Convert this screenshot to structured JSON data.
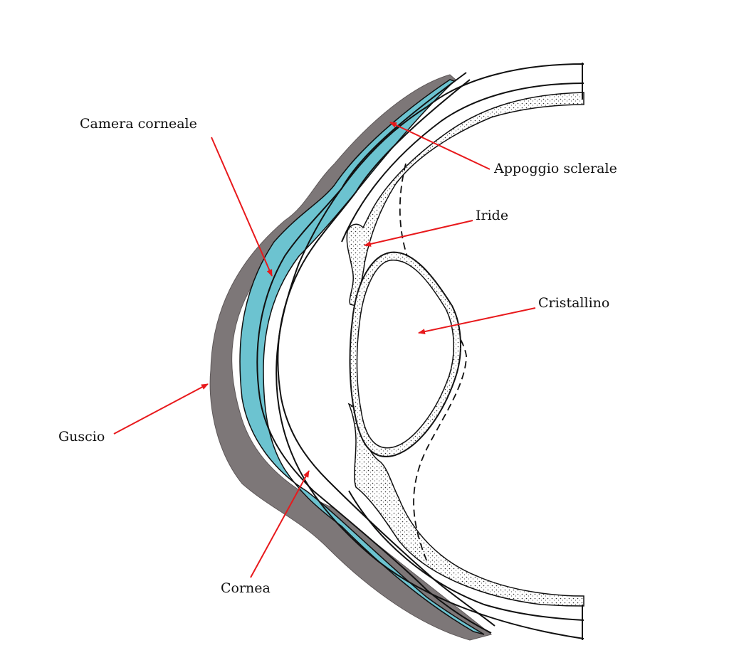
{
  "labels": {
    "camera_corneale": "Camera corneale",
    "appoggio_sclerale": "Appoggio sclerale",
    "iride": "Iride",
    "cristallino": "Cristallino",
    "guscio": "Guscio",
    "cornea": "Cornea"
  },
  "colors": {
    "shell": "#7d7778",
    "corneal_chamber": "#6cc3d0",
    "arrow": "#e8191c",
    "outline": "#111111"
  }
}
